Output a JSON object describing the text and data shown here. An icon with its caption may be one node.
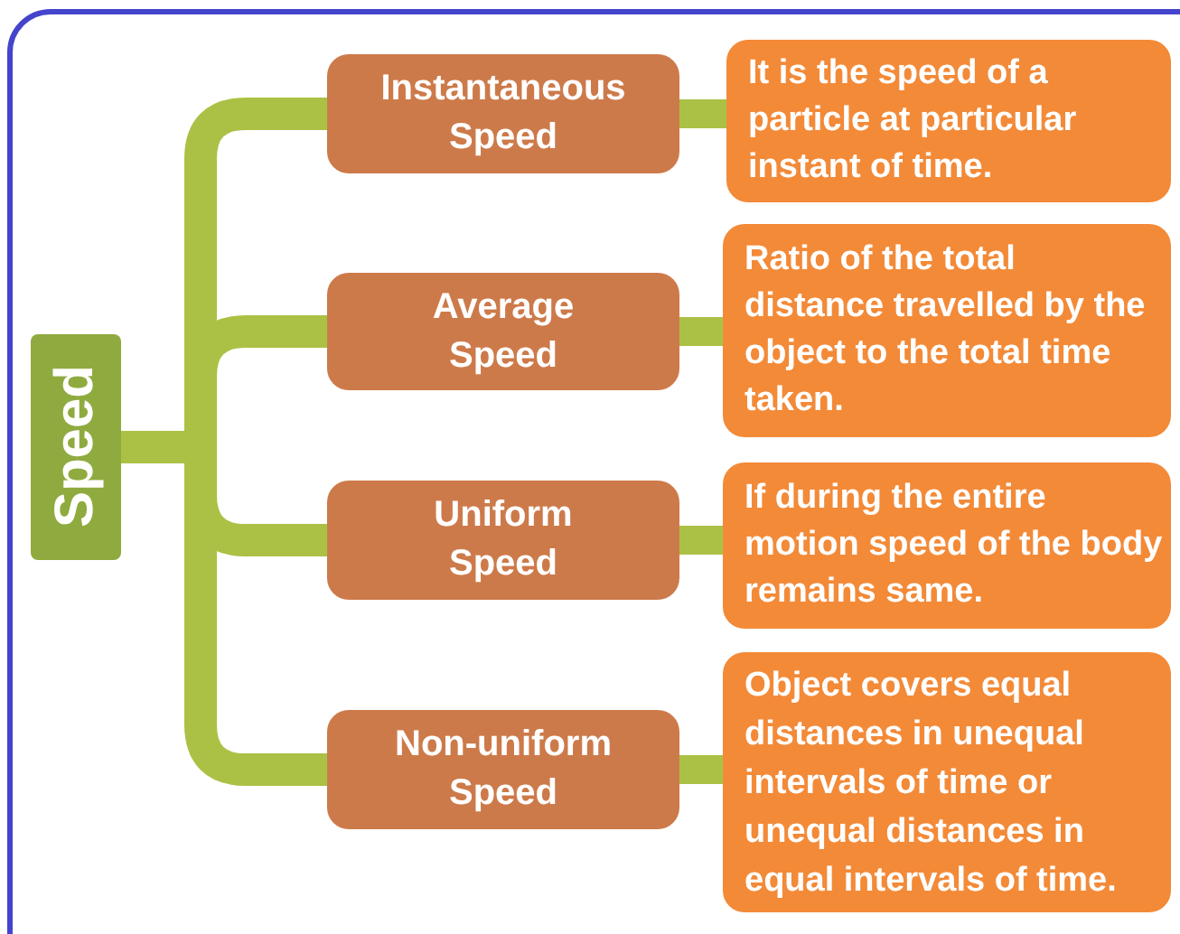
{
  "diagram": {
    "nodes": [
      {
        "text": [
          "Speed"
        ]
      },
      {
        "text": [
          "Instantaneous Speed"
        ]
      },
      {
        "text": [
          "Average Speed"
        ]
      },
      {
        "text": [
          "Uniform Speed"
        ]
      },
      {
        "text": [
          "Non-uniform Speed"
        ]
      },
      {
        "text": [
          "It is the speed of a particle at particular instant of time."
        ]
      },
      {
        "text": [
          "Ratio of the total distance travelled by the object to the total time taken."
        ]
      },
      {
        "text": [
          "If during the entire motion speed of the body remains same."
        ]
      },
      {
        "text": [
          "Object covers equal distances in unequal intervals of time or unequal distances in equal intervals of time."
        ]
      }
    ],
    "edges": [
      {
        "from": 0,
        "to": 1,
        "arrow": "none"
      },
      {
        "from": 0,
        "to": 2,
        "arrow": "none"
      },
      {
        "from": 0,
        "to": 3,
        "arrow": "none"
      },
      {
        "from": 0,
        "to": 4,
        "arrow": "none"
      },
      {
        "from": 1,
        "to": 5,
        "arrow": "none"
      },
      {
        "from": 2,
        "to": 6,
        "arrow": "none"
      },
      {
        "from": 3,
        "to": 7,
        "arrow": "none"
      },
      {
        "from": 4,
        "to": 8,
        "arrow": "none"
      }
    ]
  }
}
